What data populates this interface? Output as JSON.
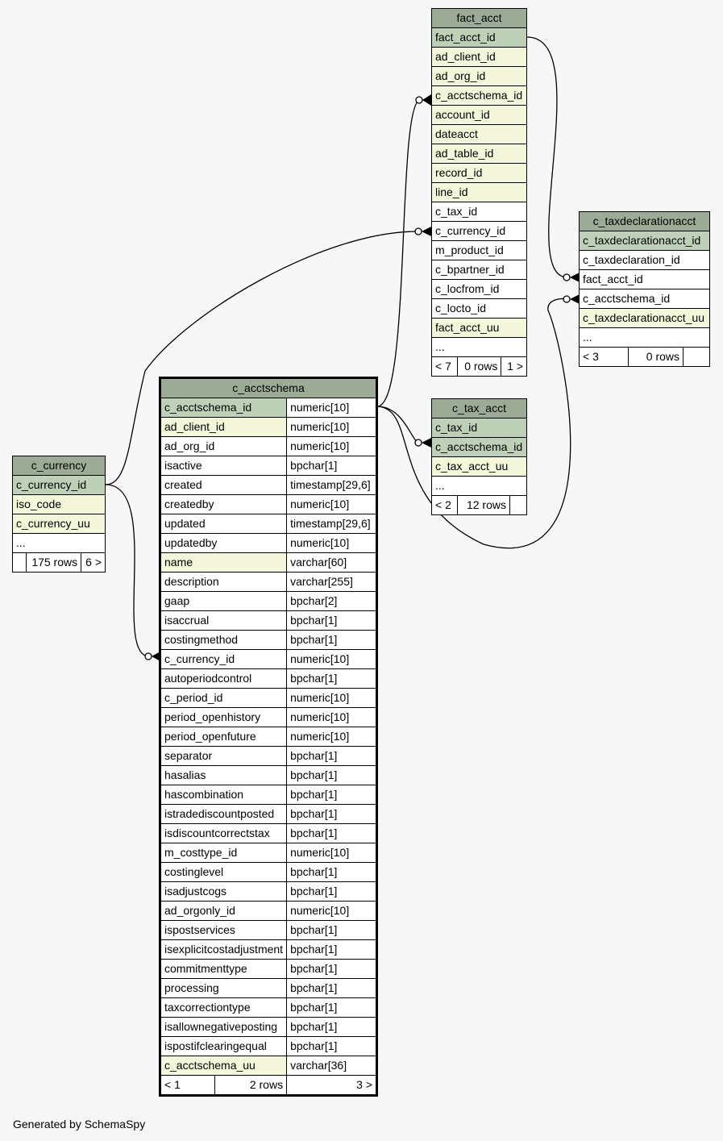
{
  "footer": "Generated by SchemaSpy",
  "tables": {
    "fact_acct": {
      "name": "fact_acct",
      "columns": [
        "fact_acct_id",
        "ad_client_id",
        "ad_org_id",
        "c_acctschema_id",
        "account_id",
        "dateacct",
        "ad_table_id",
        "record_id",
        "line_id",
        "c_tax_id",
        "c_currency_id",
        "m_product_id",
        "c_bpartner_id",
        "c_locfrom_id",
        "c_locto_id",
        "fact_acct_uu",
        "..."
      ],
      "parents": "< 7",
      "rows": "0 rows",
      "children": "1 >"
    },
    "c_taxdeclarationacct": {
      "name": "c_taxdeclarationacct",
      "columns": [
        "c_taxdeclarationacct_id",
        "c_taxdeclaration_id",
        "fact_acct_id",
        "c_acctschema_id",
        "c_taxdeclarationacct_uu",
        "..."
      ],
      "parents": "< 3",
      "rows": "0 rows",
      "children": ""
    },
    "c_tax_acct": {
      "name": "c_tax_acct",
      "columns": [
        "c_tax_id",
        "c_acctschema_id",
        "c_tax_acct_uu",
        "..."
      ],
      "parents": "< 2",
      "rows": "12 rows",
      "children": ""
    },
    "c_currency": {
      "name": "c_currency",
      "columns": [
        "c_currency_id",
        "iso_code",
        "c_currency_uu",
        "..."
      ],
      "parents": "",
      "rows": "175 rows",
      "children": "6 >"
    },
    "c_acctschema": {
      "name": "c_acctschema",
      "columns": [
        [
          "c_acctschema_id",
          "numeric[10]"
        ],
        [
          "ad_client_id",
          "numeric[10]"
        ],
        [
          "ad_org_id",
          "numeric[10]"
        ],
        [
          "isactive",
          "bpchar[1]"
        ],
        [
          "created",
          "timestamp[29,6]"
        ],
        [
          "createdby",
          "numeric[10]"
        ],
        [
          "updated",
          "timestamp[29,6]"
        ],
        [
          "updatedby",
          "numeric[10]"
        ],
        [
          "name",
          "varchar[60]"
        ],
        [
          "description",
          "varchar[255]"
        ],
        [
          "gaap",
          "bpchar[2]"
        ],
        [
          "isaccrual",
          "bpchar[1]"
        ],
        [
          "costingmethod",
          "bpchar[1]"
        ],
        [
          "c_currency_id",
          "numeric[10]"
        ],
        [
          "autoperiodcontrol",
          "bpchar[1]"
        ],
        [
          "c_period_id",
          "numeric[10]"
        ],
        [
          "period_openhistory",
          "numeric[10]"
        ],
        [
          "period_openfuture",
          "numeric[10]"
        ],
        [
          "separator",
          "bpchar[1]"
        ],
        [
          "hasalias",
          "bpchar[1]"
        ],
        [
          "hascombination",
          "bpchar[1]"
        ],
        [
          "istradediscountposted",
          "bpchar[1]"
        ],
        [
          "isdiscountcorrectstax",
          "bpchar[1]"
        ],
        [
          "m_costtype_id",
          "numeric[10]"
        ],
        [
          "costinglevel",
          "bpchar[1]"
        ],
        [
          "isadjustcogs",
          "bpchar[1]"
        ],
        [
          "ad_orgonly_id",
          "numeric[10]"
        ],
        [
          "ispostservices",
          "bpchar[1]"
        ],
        [
          "isexplicitcostadjustment",
          "bpchar[1]"
        ],
        [
          "commitmenttype",
          "bpchar[1]"
        ],
        [
          "processing",
          "bpchar[1]"
        ],
        [
          "taxcorrectiontype",
          "bpchar[1]"
        ],
        [
          "isallownegativeposting",
          "bpchar[1]"
        ],
        [
          "ispostifclearingequal",
          "bpchar[1]"
        ],
        [
          "c_acctschema_uu",
          "varchar[36]"
        ]
      ],
      "parents": "< 1",
      "rows": "2 rows",
      "children": "3 >"
    }
  }
}
